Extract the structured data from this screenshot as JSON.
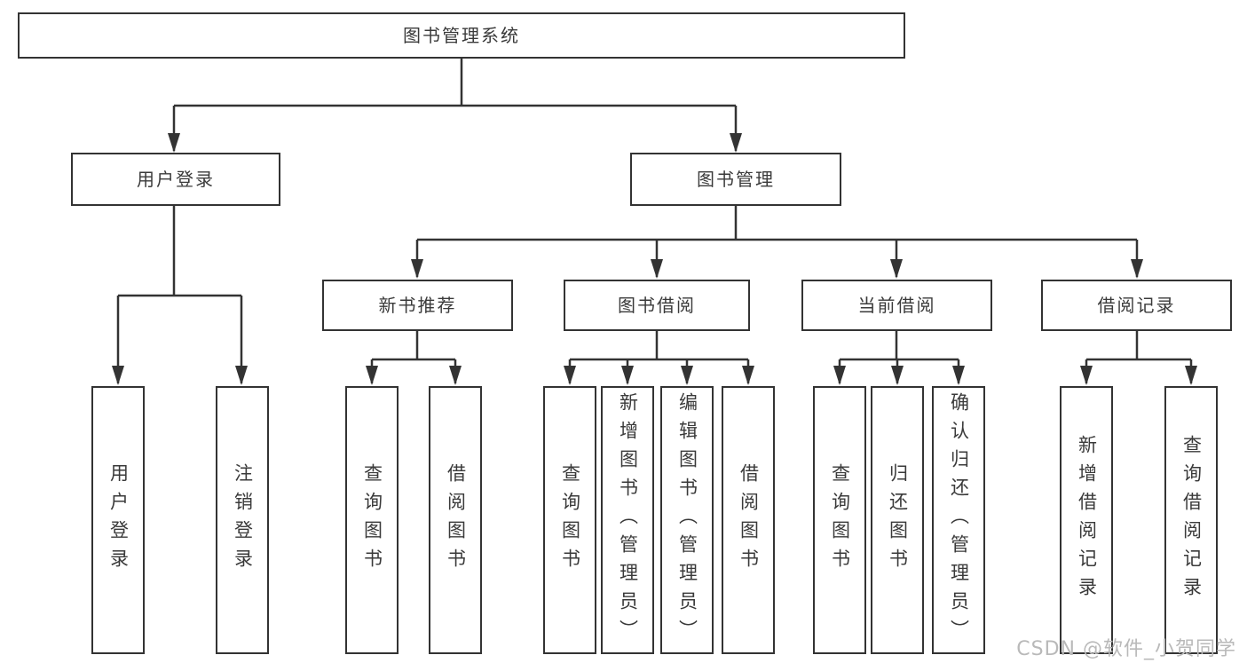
{
  "diagram": {
    "root": "图书管理系统",
    "level2": [
      "用户登录",
      "图书管理"
    ],
    "level3": [
      "新书推荐",
      "图书借阅",
      "当前借阅",
      "借阅记录"
    ],
    "leaves": [
      "用户登录",
      "注销登录",
      "查询图书",
      "借阅图书",
      "查询图书",
      "新增图书（管理员）",
      "编辑图书（管理员）",
      "借阅图书",
      "查询图书",
      "归还图书",
      "确认归还（管理员）",
      "新增借阅记录",
      "查询借阅记录"
    ]
  },
  "watermark": "CSDN @软件_小贺同学",
  "colors": {
    "line": "#333333",
    "text": "#3a3a3a",
    "watermark": "#b9b9b9",
    "background": "#ffffff"
  }
}
